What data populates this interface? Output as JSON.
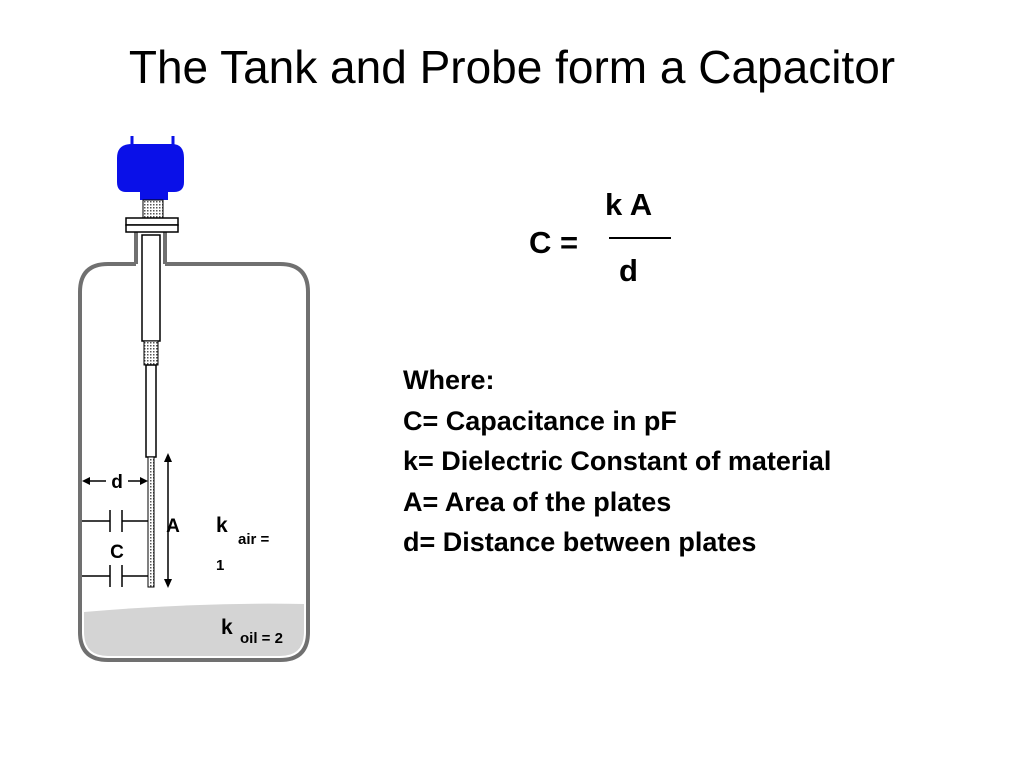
{
  "title": "The Tank and Probe form a Capacitor",
  "diagram": {
    "labels": {
      "d": "d",
      "a": "A",
      "c": "C",
      "k_air_k": "k",
      "k_air_sub": "air =",
      "k_air_value": "1",
      "k_oil_k": "k",
      "k_oil_sub": "oil = 2"
    },
    "colors": {
      "head": "#0a10e8",
      "tank_outline": "#707070",
      "liquid": "#d4d4d4"
    }
  },
  "formula": {
    "lhs": "C =",
    "numerator": "k A",
    "denominator": "d"
  },
  "legend": {
    "heading": "Where:",
    "lines": [
      "C= Capacitance in pF",
      "k= Dielectric Constant of material",
      "A= Area of the plates",
      "d= Distance between plates"
    ]
  }
}
